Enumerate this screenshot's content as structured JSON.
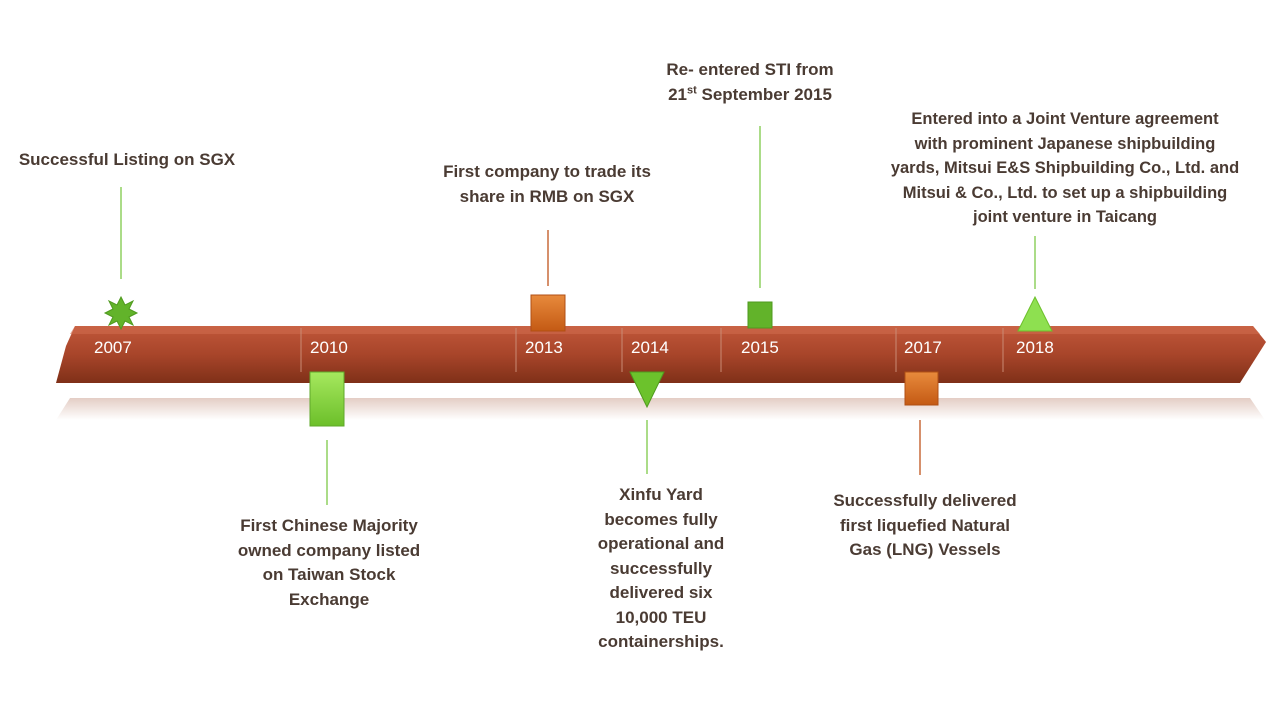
{
  "timeline": {
    "years": [
      "2007",
      "2010",
      "2013",
      "2014",
      "2015",
      "2017",
      "2018"
    ],
    "colors": {
      "bar": "#a8452a",
      "bar_dark": "#7a2e16",
      "orange": "#d9691e",
      "green": "#7ccc3a",
      "green_dark": "#4f9a1f",
      "line_green": "#8fd060",
      "line_orange": "#c96a3a",
      "text": "#4a3b33"
    }
  },
  "events": {
    "e2007": "Successful Listing on SGX",
    "e2010": [
      "First Chinese Majority",
      "owned company listed",
      "on Taiwan Stock",
      "Exchange"
    ],
    "e2013": [
      "First company to trade its",
      "share in RMB on SGX"
    ],
    "e2014": [
      "Xinfu Yard",
      "becomes fully",
      "operational and",
      "successfully",
      "delivered six",
      "10,000 TEU",
      "containerships."
    ],
    "e2015": {
      "line1": "Re- entered STI from",
      "day": "21",
      "suffix": "st",
      "rest": " September 2015"
    },
    "e2017": [
      "Successfully delivered",
      "first liquefied Natural",
      "Gas (LNG) Vessels"
    ],
    "e2018": [
      "Entered into a Joint Venture agreement",
      "with prominent Japanese shipbuilding",
      "yards, Mitsui E&S Shipbuilding Co., Ltd. and",
      "Mitsui & Co., Ltd. to set up a shipbuilding",
      "joint venture in Taicang"
    ]
  }
}
